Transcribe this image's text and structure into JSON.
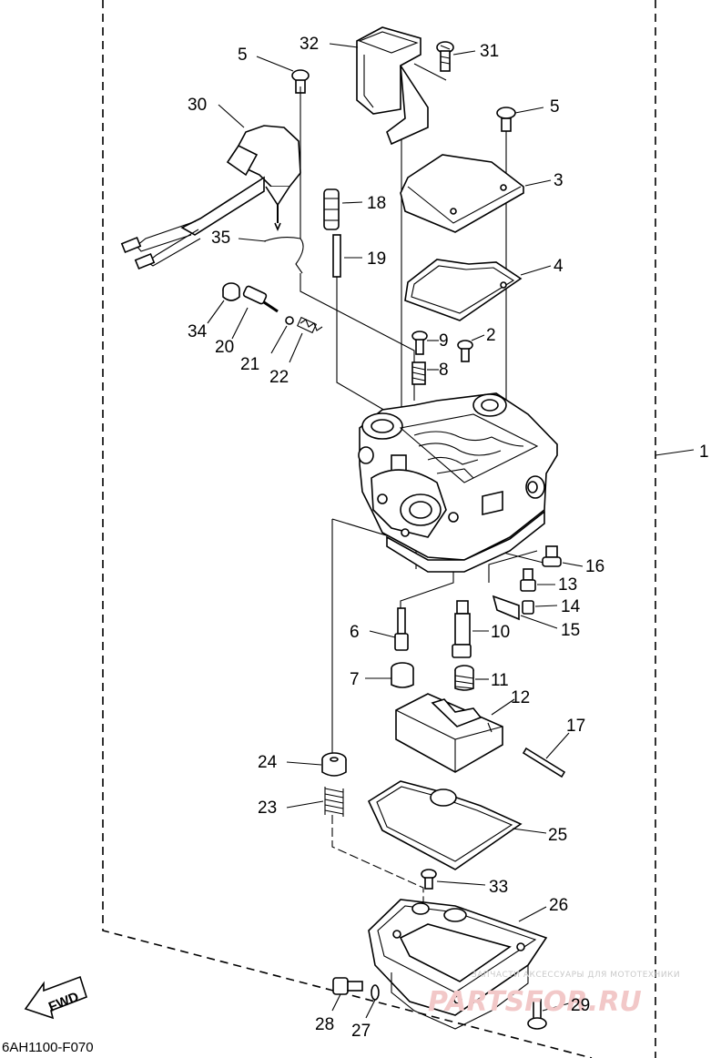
{
  "diagram": {
    "drawing_code": "6AH1100-F070",
    "assembly_label": "1",
    "forward_arrow_text": "FWD",
    "watermark_line1": "ЗАПЧАСТИ АКСЕССУАРЫ ДЛЯ МОТОТЕХНИКИ",
    "watermark_line2": "PARTSFOR.RU",
    "part_numbers": {
      "p2": "2",
      "p3": "3",
      "p4": "4",
      "p5a": "5",
      "p5b": "5",
      "p6": "6",
      "p7": "7",
      "p8": "8",
      "p9": "9",
      "p10": "10",
      "p11": "11",
      "p12": "12",
      "p13": "13",
      "p14": "14",
      "p15": "15",
      "p16": "16",
      "p17": "17",
      "p18": "18",
      "p19": "19",
      "p20": "20",
      "p21": "21",
      "p22": "22",
      "p23": "23",
      "p24": "24",
      "p25": "25",
      "p26": "26",
      "p27": "27",
      "p28": "28",
      "p29": "29",
      "p30": "30",
      "p31": "31",
      "p32": "32",
      "p33": "33",
      "p34": "34",
      "p35": "35"
    }
  }
}
